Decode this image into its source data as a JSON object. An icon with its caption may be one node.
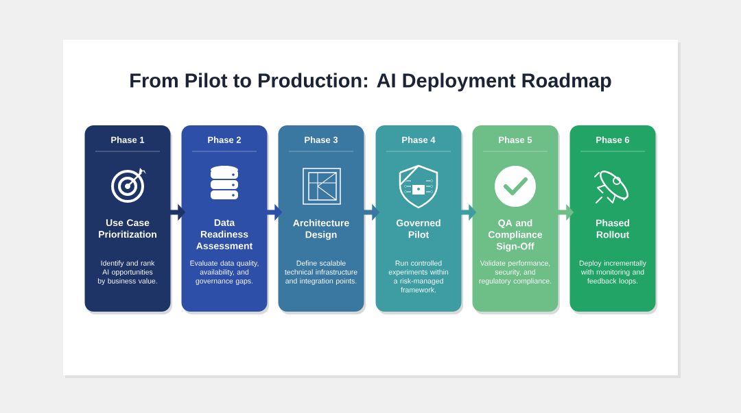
{
  "diagram": {
    "title": "From Pilot to Production: AI Deployment Roadmap",
    "nodes": [
      {
        "text": [
          "Phase 1",
          "Use Case Prioritization",
          "Identify and rank AI opportunities by business value."
        ]
      },
      {
        "text": [
          "Phase 2",
          "Data Readiness Assessment",
          "Evaluate data quality, availability, and governance gaps."
        ]
      },
      {
        "text": [
          "Phase 3",
          "Architecture Design",
          "Define scalable technical infrastructure and integration points."
        ]
      },
      {
        "text": [
          "Phase 4",
          "Governed Pilot",
          "Run controlled experiments within a risk-managed framework."
        ]
      },
      {
        "text": [
          "Phase 5",
          "QA and Compliance Sign-Off",
          "Validate performance, security, and regulatory compliance."
        ]
      },
      {
        "text": [
          "Phase 6",
          "Phased Rollout",
          "Deploy incrementally with monitoring and feedback loops."
        ]
      }
    ],
    "edges": [
      {
        "from": 0,
        "to": 1,
        "arrow": "to",
        "color": "#1e3466"
      },
      {
        "from": 1,
        "to": 2,
        "arrow": "to",
        "color": "#2e4fa8"
      },
      {
        "from": 2,
        "to": 3,
        "arrow": "to",
        "color": "#3a78a2"
      },
      {
        "from": 3,
        "to": 4,
        "arrow": "to",
        "color": "#3e9da2"
      },
      {
        "from": 4,
        "to": 5,
        "arrow": "to",
        "color": "#6ebe88"
      }
    ]
  }
}
